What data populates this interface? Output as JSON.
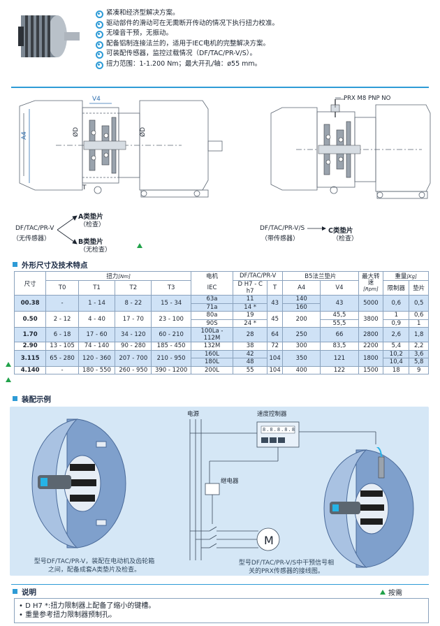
{
  "product": {
    "image_icon": "torque-limiter-product-photo",
    "features": [
      "紧凑和经济型解决方案。",
      "驱动部件的滑动可在无需断开传动的情况下执行扭力校准。",
      "无噪音干预，无振动。",
      "配备铝制连接法兰的，适用于IEC电机的完整解决方案。",
      "可装配传感器，监控过载情况（DF/TAC/PR-V/S）。",
      "扭力范围：1-1.200 Nm；最大开孔/轴：ø55 mm。"
    ]
  },
  "drawings": {
    "left_labels": {
      "v4": "V4",
      "a4": "A4",
      "d": "ØD",
      "d2": "ØD",
      "t": "T"
    },
    "sensor_label": "PRX M8 PNP NO",
    "left_flow": {
      "model": "DF/TAC/PR-V",
      "model_sub": "（无传感器）",
      "a_title": "A类垫片",
      "a_sub": "（检查）",
      "b_title": "B类垫片",
      "b_sub": "（无检查）"
    },
    "right_flow": {
      "model": "DF/TAC/PR-V/S",
      "model_sub": "（带传感器）",
      "c_title": "C类垫片",
      "c_sub": "（检查）"
    }
  },
  "table_section": {
    "title": "外形尺寸及技术特点",
    "headers": {
      "size": "尺寸",
      "torque": "扭力",
      "torque_unit": "[Nm]",
      "t0": "T0",
      "t1": "T1",
      "t2": "T2",
      "t3": "T3",
      "motor": "电机",
      "iec": "IEC",
      "df_group": "DF/TAC/PR-V",
      "dh7": "D H7 - C h7",
      "t": "T",
      "b5_group": "B5法兰垫片",
      "a4": "A4",
      "v4": "V4",
      "max_speed": "最大转速",
      "rpm_unit": "[Rpm]",
      "weight": "重量",
      "kg_unit": "[Kg]",
      "limiter": "限制器",
      "spacer": "垫片"
    },
    "rows": [
      {
        "size": "00.38",
        "t0": "-",
        "t1": "1 - 14",
        "t2": "8 - 22",
        "t3": "15 - 34",
        "iec": [
          "63a",
          "71a"
        ],
        "dh7": [
          "11",
          "14 *"
        ],
        "t": "43",
        "a4": [
          "140",
          "160"
        ],
        "v4": "43",
        "rpm": "5000",
        "limiter": [
          "0,6"
        ],
        "spacer": [
          "0,5"
        ],
        "hl": true,
        "tri": false
      },
      {
        "size": "0.50",
        "t0": "2 - 12",
        "t1": "4 - 40",
        "t2": "17 - 70",
        "t3": "23 - 100",
        "iec": [
          "80a",
          "90S"
        ],
        "dh7": [
          "19",
          "24 *"
        ],
        "t": "45",
        "a4": [
          "200"
        ],
        "v4": [
          "45,5",
          "55,5"
        ],
        "rpm": "3800",
        "limiter": [
          "1",
          "0,9"
        ],
        "spacer": [
          "0,6",
          "1"
        ],
        "hl": false,
        "tri": false
      },
      {
        "size": "1.70",
        "t0": "6 - 18",
        "t1": "17 - 60",
        "t2": "34 - 120",
        "t3": "60 - 210",
        "iec": [
          "100La - 112M"
        ],
        "dh7": [
          "28"
        ],
        "t": "64",
        "a4": [
          "250"
        ],
        "v4": "66",
        "rpm": "2800",
        "limiter": [
          "2,6"
        ],
        "spacer": [
          "1,8"
        ],
        "hl": true,
        "tri": false
      },
      {
        "size": "2.90",
        "t0": "13 - 105",
        "t1": "74 - 140",
        "t2": "90 - 280",
        "t3": "185 - 450",
        "iec": [
          "132M"
        ],
        "dh7": [
          "38"
        ],
        "t": "72",
        "a4": [
          "300"
        ],
        "v4": "83,5",
        "rpm": "2200",
        "limiter": [
          "5,4"
        ],
        "spacer": [
          "2,2"
        ],
        "hl": false,
        "tri": false
      },
      {
        "size": "3.115",
        "t0": "65 - 280",
        "t1": "120 - 360",
        "t2": "207 - 700",
        "t3": "210 - 950",
        "iec": [
          "160L",
          "180L"
        ],
        "dh7": [
          "42",
          "48"
        ],
        "t": "104",
        "a4": [
          "350"
        ],
        "v4": "121",
        "rpm": "1800",
        "limiter": [
          "10,2",
          "10,4"
        ],
        "spacer": [
          "3,6",
          "5,8"
        ],
        "hl": true,
        "tri": true
      },
      {
        "size": "4.140",
        "t0": "-",
        "t1": "180 - 550",
        "t2": "260 - 950",
        "t3": "390 - 1200",
        "iec": [
          "200L"
        ],
        "dh7": [
          "55"
        ],
        "t": "104",
        "a4": [
          "400"
        ],
        "v4": "122",
        "rpm": "1500",
        "limiter": [
          "18"
        ],
        "spacer": [
          "9"
        ],
        "hl": false,
        "tri": true
      }
    ]
  },
  "assembly": {
    "title": "装配示例",
    "power_label": "电源",
    "speed_ctrl_label": "速度控制器",
    "relay_label": "继电器",
    "motor_symbol": "M",
    "left_caption_1": "型号DF/TAC/PR-V，装配在电动机及齿轮箱",
    "left_caption_2": "之间，配备成套A类垫片及检查。",
    "right_caption_1": "型号DF/TAC/PR-V/S中干预信号相",
    "right_caption_2": "关的PRX传感器的接线图。"
  },
  "notes": {
    "title": "说明",
    "on_request": "按需",
    "items": [
      "D H7 *:扭力限制器上配备了缩小的键槽。",
      "重量参考扭力限制器预制孔。"
    ]
  }
}
